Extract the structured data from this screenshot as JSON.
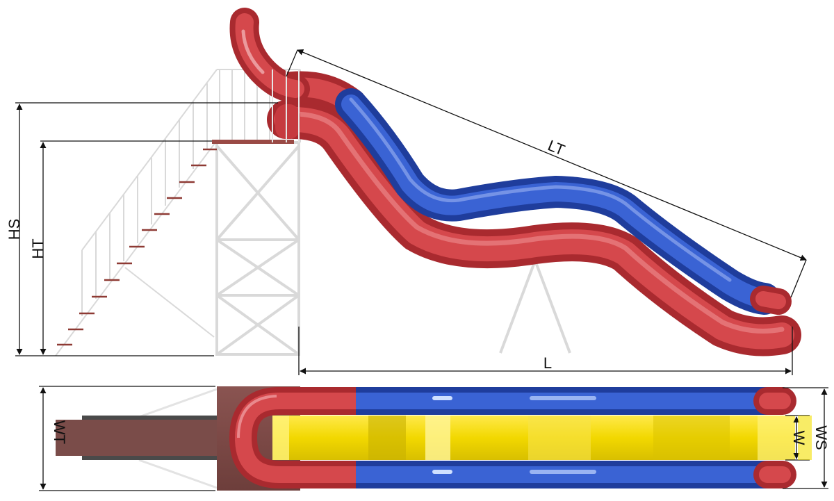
{
  "colors": {
    "tube_red": "#c8353a",
    "tube_red_dark": "#9e2328",
    "tube_blue": "#2f56c8",
    "tube_blue_dark": "#1f3b94",
    "frame_gray": "#d6d6d6",
    "step_brown": "#8e3a34",
    "platform_brown": "#7a4a47",
    "lane_yellow": "#f4e000",
    "dimension_line": "#111111"
  },
  "labels": {
    "hs": "HS",
    "ht": "HT",
    "lt": "LT",
    "l": "L",
    "wt": "WT",
    "ws": "WS",
    "w": "W"
  }
}
